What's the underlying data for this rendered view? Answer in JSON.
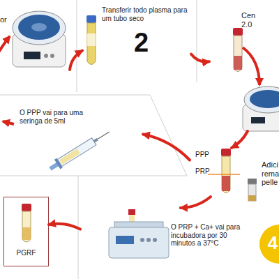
{
  "diagram": {
    "nodes": [
      {
        "text": [
          "or"
        ]
      },
      {
        "text": [
          "Transferir todo plasma para um tubo seco",
          "2"
        ]
      },
      {
        "text": [
          "Cen 2.0"
        ]
      },
      {
        "text": [
          "PPP",
          "PRP"
        ]
      },
      {
        "text": [
          "Adici rema pelle"
        ]
      },
      {
        "text": [
          "4"
        ],
        "in": 4
      },
      {
        "text": [
          "O PPP vai para uma seringa de 5ml"
        ]
      },
      {
        "text": [
          "O PRP + Ca+ vai para incubadora por 30 minutos a 37°C"
        ]
      },
      {
        "text": [
          "PGRF"
        ]
      }
    ],
    "edges": [
      {
        "from": 0,
        "to": 1,
        "arrow": "to"
      },
      {
        "from": 1,
        "to": 2,
        "arrow": "to"
      },
      {
        "from": 2,
        "to": 3,
        "arrow": "to"
      },
      {
        "from": 3,
        "to": 6,
        "arrow": "to"
      },
      {
        "from": 3,
        "to": 7,
        "arrow": "to"
      },
      {
        "from": 7,
        "to": 8,
        "arrow": "to"
      }
    ]
  }
}
